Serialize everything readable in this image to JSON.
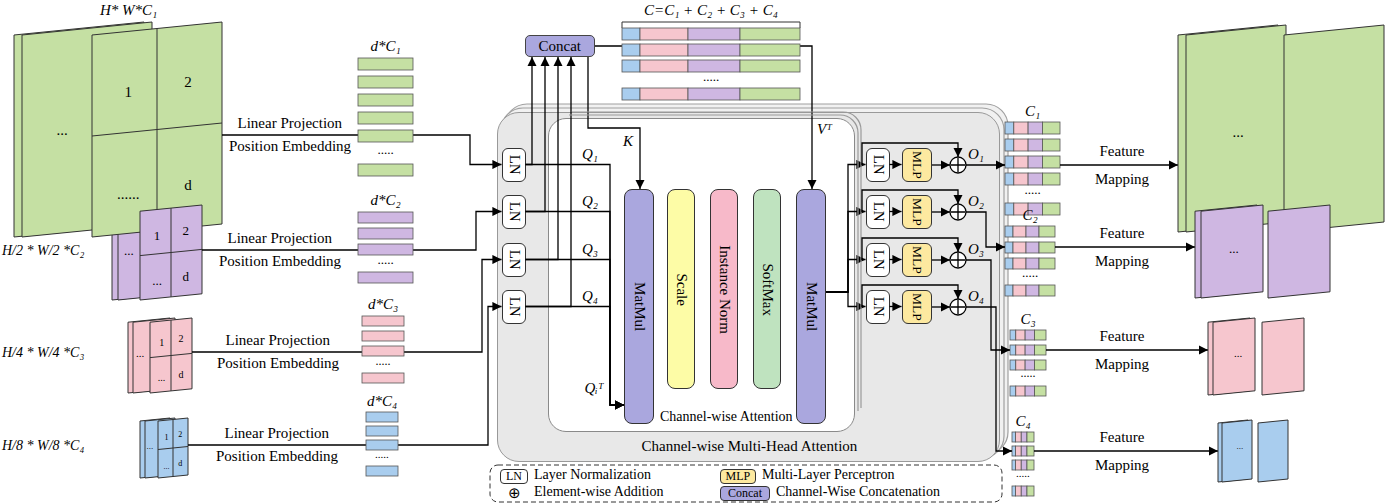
{
  "diagram": {
    "nodes": [
      {
        "text": [
          "1",
          "2",
          "......",
          "d"
        ]
      },
      {
        "text": [
          "1",
          "2",
          "...",
          "d"
        ]
      },
      {
        "text": [
          "1",
          "2",
          "...",
          "d"
        ]
      },
      {
        "text": [
          "1",
          "2",
          "...",
          "d"
        ]
      },
      {
        "text": [
          "Concat"
        ]
      },
      {
        "text": [
          "Channel-wise Multi-Head Attention"
        ]
      },
      {
        "text": [
          "Channel-wise Attention"
        ],
        "in": 5
      },
      {
        "text": [
          "LN"
        ],
        "in": 5
      },
      {
        "text": [
          "LN"
        ],
        "in": 5
      },
      {
        "text": [
          "LN"
        ],
        "in": 5
      },
      {
        "text": [
          "LN"
        ],
        "in": 5
      },
      {
        "text": [
          "MatMul"
        ],
        "in": 6
      },
      {
        "text": [
          "Scale"
        ],
        "in": 6
      },
      {
        "text": [
          "Instance Norm"
        ],
        "in": 6
      },
      {
        "text": [
          "SoftMax"
        ],
        "in": 6
      },
      {
        "text": [
          "MatMul"
        ],
        "in": 6
      },
      {
        "text": [
          "LN"
        ],
        "in": 5
      },
      {
        "text": [
          "LN"
        ],
        "in": 5
      },
      {
        "text": [
          "LN"
        ],
        "in": 5
      },
      {
        "text": [
          "LN"
        ],
        "in": 5
      },
      {
        "text": [
          "MLP"
        ],
        "in": 5
      },
      {
        "text": [
          "MLP"
        ],
        "in": 5
      },
      {
        "text": [
          "MLP"
        ],
        "in": 5
      },
      {
        "text": [
          "MLP"
        ],
        "in": 5
      }
    ],
    "edges": [
      {
        "from": 0,
        "to": 7,
        "arrow": "to"
      },
      {
        "from": 1,
        "to": 8,
        "arrow": "to"
      },
      {
        "from": 2,
        "to": 9,
        "arrow": "to"
      },
      {
        "from": 3,
        "to": 10,
        "arrow": "to"
      },
      {
        "from": 7,
        "to": 4,
        "arrow": "to"
      },
      {
        "from": 8,
        "to": 4,
        "arrow": "to"
      },
      {
        "from": 9,
        "to": 4,
        "arrow": "to"
      },
      {
        "from": 10,
        "to": 4,
        "arrow": "to"
      },
      {
        "from": 4,
        "to": 15,
        "label": "Vᵀ",
        "arrow": "to"
      },
      {
        "from": 4,
        "to": 11,
        "label": "K",
        "arrow": "to"
      },
      {
        "from": 7,
        "to": 11,
        "arrow": "to"
      },
      {
        "from": 8,
        "to": 11,
        "arrow": "to"
      },
      {
        "from": 9,
        "to": 11,
        "arrow": "to"
      },
      {
        "from": 10,
        "to": 11,
        "arrow": "to"
      },
      {
        "from": 15,
        "to": 16,
        "arrow": "to"
      },
      {
        "from": 15,
        "to": 17,
        "arrow": "to"
      },
      {
        "from": 15,
        "to": 18,
        "arrow": "to"
      },
      {
        "from": 15,
        "to": 19,
        "arrow": "to"
      },
      {
        "from": 16,
        "to": 20,
        "arrow": "to"
      },
      {
        "from": 17,
        "to": 21,
        "arrow": "to"
      },
      {
        "from": 18,
        "to": 22,
        "arrow": "to"
      },
      {
        "from": 19,
        "to": 23,
        "arrow": "to"
      }
    ],
    "labels": [
      "H* W*C₁",
      "H/2 * W/2 *C₂",
      "H/4 * W/4 *C₃",
      "H/8 * W/8 *C₄",
      "...",
      "...",
      "...",
      "...",
      "Linear Projection",
      "Position Embedding",
      "Linear Projection",
      "Position Embedding",
      "Linear Projection",
      "Position Embedding",
      "Linear Projection",
      "Position Embedding",
      "d*C₁",
      ".....",
      "d*C₂",
      ".....",
      "d*C₃",
      ".....",
      "d*C₄",
      ".....",
      "C=C₁ + C₂ + C₃ + C₄",
      ".....",
      "Q₁",
      "Q₂",
      "Q₃",
      "Q₄",
      "Qᵢᵀ",
      "O₁",
      "O₂",
      "O₃",
      "O₄",
      "C₁",
      "C₂",
      "C₃",
      "C₄",
      ".....",
      ".....",
      ".....",
      ".....",
      "Feature Mapping",
      "Feature Mapping",
      "Feature Mapping",
      "Feature Mapping",
      "...",
      "...",
      "...",
      "...",
      "LN",
      "MLP",
      "⊕",
      "Concat"
    ],
    "legend": [
      {
        "text": "Layer Normalization"
      },
      {
        "text": "Multi-Layer Perceptron",
        "color": "#fde9a0"
      },
      {
        "text": "Element-wise Addition"
      },
      {
        "text": "Channel-Wise Concatenation",
        "color": "#aaa7de"
      }
    ]
  }
}
